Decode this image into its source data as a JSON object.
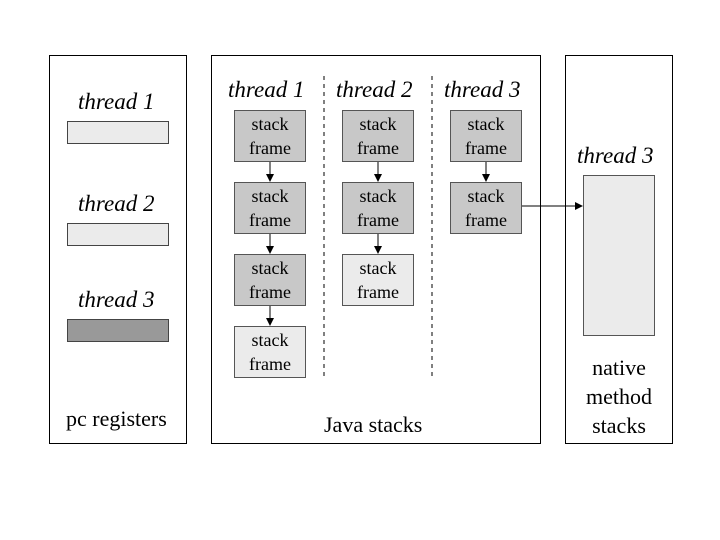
{
  "pc_registers": {
    "title": "pc registers",
    "threads": [
      {
        "label": "thread 1",
        "fill": "#ebebeb"
      },
      {
        "label": "thread 2",
        "fill": "#ebebeb"
      },
      {
        "label": "thread 3",
        "fill": "#999999"
      }
    ]
  },
  "java_stacks": {
    "title": "Java stacks",
    "columns": [
      {
        "label": "thread 1",
        "frames": [
          {
            "line1": "stack",
            "line2": "frame",
            "fill": "#c8c8c8"
          },
          {
            "line1": "stack",
            "line2": "frame",
            "fill": "#c8c8c8"
          },
          {
            "line1": "stack",
            "line2": "frame",
            "fill": "#c8c8c8"
          },
          {
            "line1": "stack",
            "line2": "frame",
            "fill": "#ebebeb"
          }
        ]
      },
      {
        "label": "thread 2",
        "frames": [
          {
            "line1": "stack",
            "line2": "frame",
            "fill": "#c8c8c8"
          },
          {
            "line1": "stack",
            "line2": "frame",
            "fill": "#c8c8c8"
          },
          {
            "line1": "stack",
            "line2": "frame",
            "fill": "#ebebeb"
          }
        ]
      },
      {
        "label": "thread 3",
        "frames": [
          {
            "line1": "stack",
            "line2": "frame",
            "fill": "#c8c8c8"
          },
          {
            "line1": "stack",
            "line2": "frame",
            "fill": "#c8c8c8"
          }
        ]
      }
    ]
  },
  "native_method_stacks": {
    "thread_label": "thread 3",
    "title_lines": [
      "native",
      "method",
      "stacks"
    ],
    "fill": "#ebebeb"
  }
}
